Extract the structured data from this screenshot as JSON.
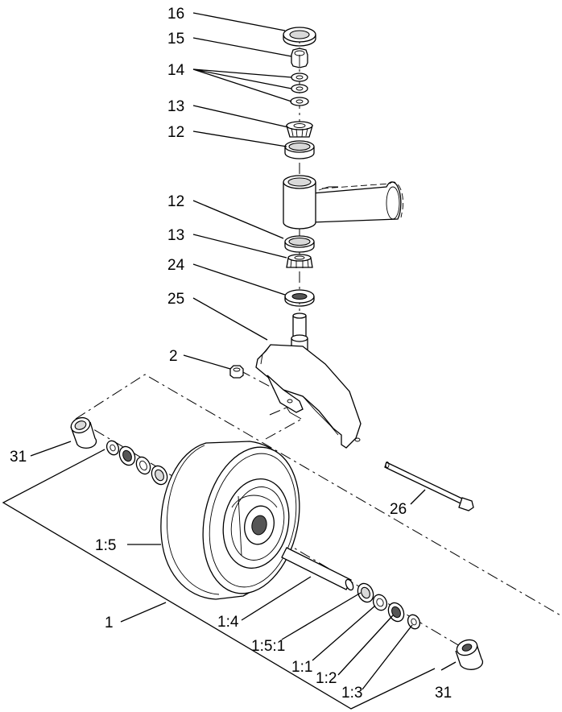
{
  "callouts": {
    "c16": "16",
    "c15": "15",
    "c14": "14",
    "c13_top": "13",
    "c12_top": "12",
    "c12_mid": "12",
    "c13_mid": "13",
    "c24": "24",
    "c25": "25",
    "c2": "2",
    "c31_left": "31",
    "c26": "26",
    "c1_5": "1:5",
    "c1_4": "1:4",
    "c1": "1",
    "c1_5_1": "1:5:1",
    "c1_1": "1:1",
    "c1_2": "1:2",
    "c1_3": "1:3",
    "c31_right": "31"
  }
}
